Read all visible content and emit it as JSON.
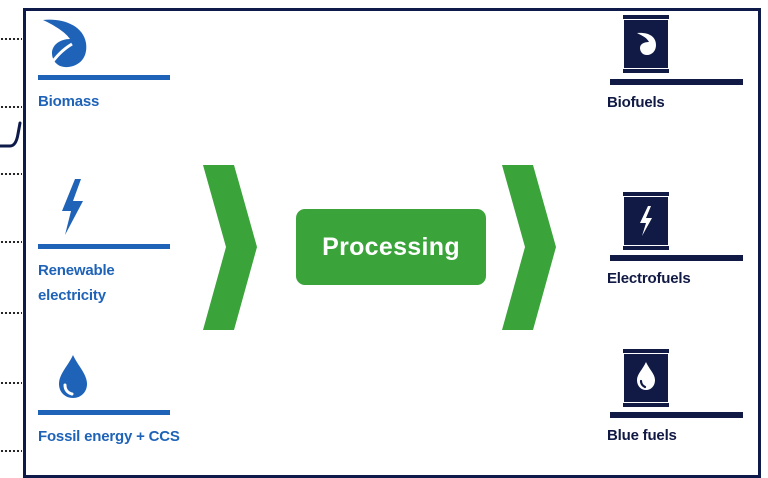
{
  "inputs": [
    {
      "label": "Biomass",
      "icon": "leaf-icon"
    },
    {
      "label_line1": "Renewable",
      "label_line2": "electricity",
      "icon": "lightning-icon"
    },
    {
      "label": "Fossil energy + CCS",
      "icon": "drop-icon"
    }
  ],
  "process": {
    "label": "Processing",
    "arrow_icon": "chevron-right-icon"
  },
  "outputs": [
    {
      "label": "Biofuels",
      "icon": "barrel-leaf-icon"
    },
    {
      "label": "Electrofuels",
      "icon": "barrel-lightning-icon"
    },
    {
      "label": "Blue fuels",
      "icon": "barrel-drop-icon"
    }
  ],
  "colors": {
    "input_blue": "#1f63b8",
    "output_navy": "#111a44",
    "process_green": "#3aa33a",
    "frame": "#0e1a4a"
  }
}
